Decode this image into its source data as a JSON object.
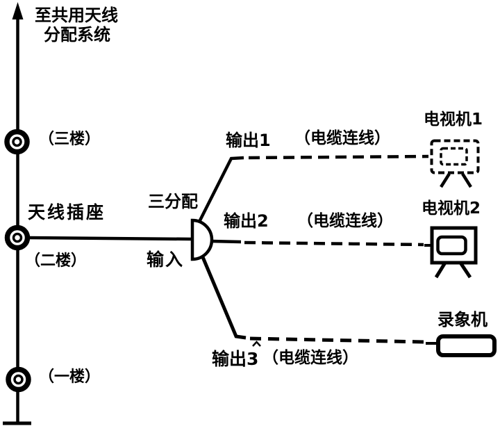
{
  "colors": {
    "background": "#ffffff",
    "ink": "#000000"
  },
  "antenna_riser": {
    "destination_line1": "至共用天线",
    "destination_line2": "分配系统",
    "socket_label": "天线插座",
    "floor_labels": {
      "third": "（三楼）",
      "second": "（二楼）",
      "first": "（一楼）"
    }
  },
  "splitter": {
    "name_label": "三分配",
    "input_label": "输入"
  },
  "outputs": [
    {
      "port_label": "输出1",
      "cable_label": "（电缆连线）",
      "device_label": "电视机1",
      "device_type": "tv-icon"
    },
    {
      "port_label": "输出2",
      "cable_label": "（电缆连线）",
      "device_label": "电视机2",
      "device_type": "tv-icon"
    },
    {
      "port_label": "输出3",
      "cable_label": "（电缆连线）",
      "device_label": "录象机",
      "device_type": "vcr-icon"
    }
  ]
}
